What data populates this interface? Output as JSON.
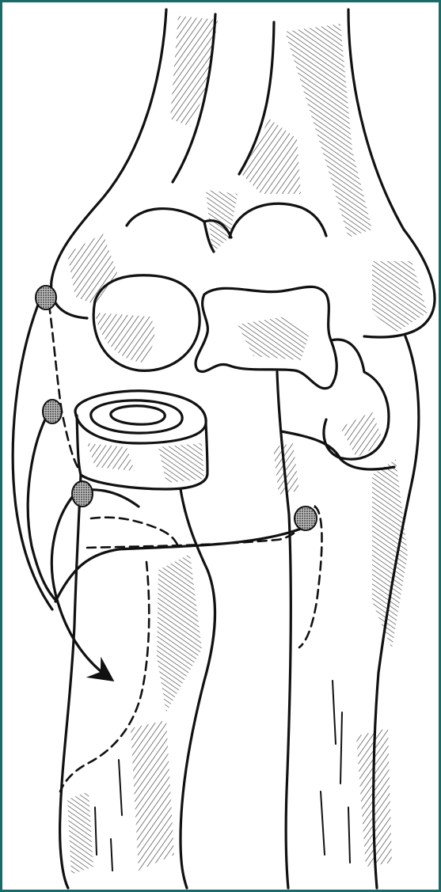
{
  "figure": {
    "colors": {
      "ink": "#111111",
      "paper": "#ffffff",
      "frame": "#1a6a6a"
    },
    "elements": [
      "humerus-distal",
      "capitellum",
      "trochlea",
      "radius-head-cross-section",
      "radius-shaft",
      "ulna-shaft",
      "olecranon",
      "ligament-attachment-nodes",
      "curved-arrow",
      "dashed-ligament-path"
    ]
  }
}
